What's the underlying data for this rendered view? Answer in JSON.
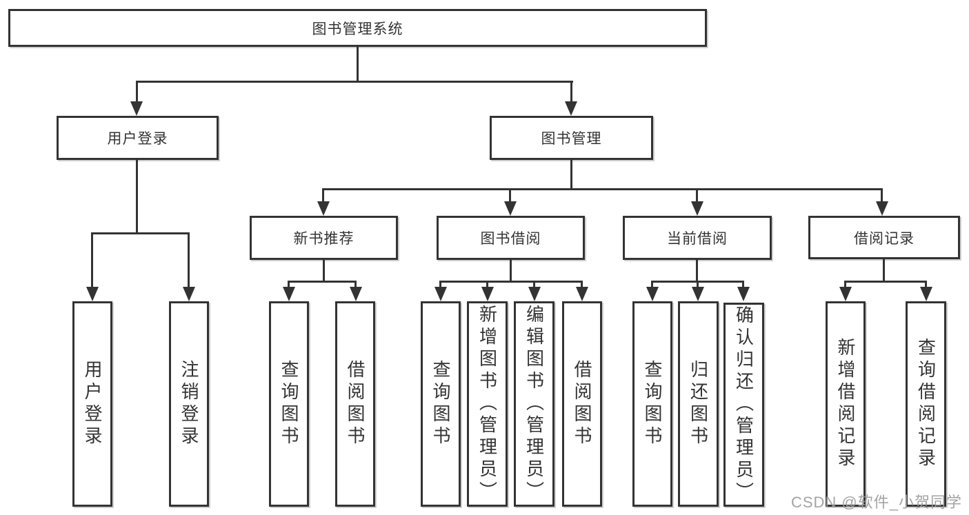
{
  "diagram": {
    "type": "hierarchy-tree",
    "title": "图书管理系统",
    "colors": {
      "line": "#333333",
      "box_background": "#ffffff",
      "text": "#333333",
      "watermark": "#9e9e9e"
    },
    "root": {
      "label": "图书管理系统"
    },
    "level2": [
      {
        "label": "用户登录"
      },
      {
        "label": "图书管理"
      }
    ],
    "level3": [
      {
        "label": "新书推荐"
      },
      {
        "label": "图书借阅"
      },
      {
        "label": "当前借阅"
      },
      {
        "label": "借阅记录"
      }
    ],
    "leaves": {
      "user_login": [
        {
          "label": "用户登录"
        },
        {
          "label": "注销登录"
        }
      ],
      "new_book": [
        {
          "label": "查询图书"
        },
        {
          "label": "借阅图书"
        }
      ],
      "book_borrow": [
        {
          "label": "查询图书"
        },
        {
          "label": "新增图书（管理员）"
        },
        {
          "label": "编辑图书（管理员）"
        },
        {
          "label": "借阅图书"
        }
      ],
      "current_borrow": [
        {
          "label": "查询图书"
        },
        {
          "label": "归还图书"
        },
        {
          "label": "确认归还（管理员）"
        }
      ],
      "borrow_records": [
        {
          "label": "新增借阅记录"
        },
        {
          "label": "查询借阅记录"
        }
      ]
    },
    "watermark": "CSDN @软件_小贺同学"
  }
}
